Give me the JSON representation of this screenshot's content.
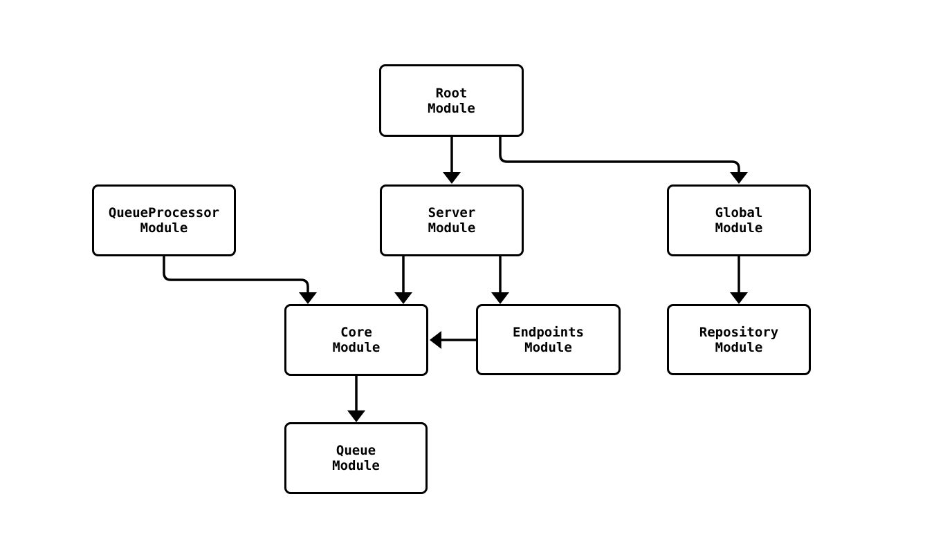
{
  "diagram": {
    "background_color": "#ffffff",
    "node_fill_color": "#ffffff",
    "node_stroke_color": "#000000",
    "edge_color": "#000000",
    "text_color": "#000000",
    "nodes": {
      "root": {
        "line1": "Root",
        "line2": "Module"
      },
      "queueProcessor": {
        "line1": "QueueProcessor",
        "line2": "Module"
      },
      "server": {
        "line1": "Server",
        "line2": "Module"
      },
      "global": {
        "line1": "Global",
        "line2": "Module"
      },
      "core": {
        "line1": "Core",
        "line2": "Module"
      },
      "endpoints": {
        "line1": "Endpoints",
        "line2": "Module"
      },
      "repository": {
        "line1": "Repository",
        "line2": "Module"
      },
      "queue": {
        "line1": "Queue",
        "line2": "Module"
      }
    },
    "edges": [
      {
        "from": "RootModule",
        "to": "ServerModule"
      },
      {
        "from": "RootModule",
        "to": "GlobalModule"
      },
      {
        "from": "QueueProcessorModule",
        "to": "CoreModule"
      },
      {
        "from": "ServerModule",
        "to": "CoreModule"
      },
      {
        "from": "ServerModule",
        "to": "EndpointsModule"
      },
      {
        "from": "EndpointsModule",
        "to": "CoreModule"
      },
      {
        "from": "GlobalModule",
        "to": "RepositoryModule"
      },
      {
        "from": "CoreModule",
        "to": "QueueModule"
      }
    ]
  }
}
